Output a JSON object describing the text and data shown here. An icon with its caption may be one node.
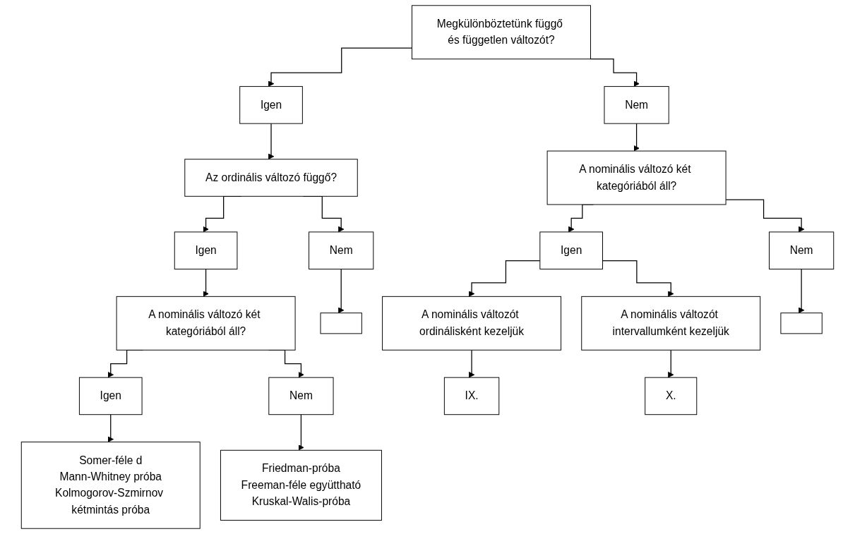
{
  "diagram": {
    "nodes": [
      {
        "text": [
          "Megkülönböztetünk függő és független változót?"
        ]
      },
      {
        "text": [
          "Igen"
        ]
      },
      {
        "text": [
          "Az ordinális változó függő?"
        ]
      },
      {
        "text": [
          "Igen"
        ]
      },
      {
        "text": [
          "A nominális változó két kategóriából áll?"
        ]
      },
      {
        "text": [
          "Igen"
        ]
      },
      {
        "text": [
          "Somer-féle d",
          "Mann-Whitney próba",
          "Kolmogorov-Szmirnov kétmintás próba"
        ]
      },
      {
        "text": [
          "Nem"
        ]
      },
      {
        "text": [
          "Friedman-próba",
          "Freeman-féle együttható",
          "Kruskal-Walis-próba"
        ]
      },
      {
        "text": [
          "Nem"
        ]
      },
      {
        "text": [],
        "shape": "box"
      },
      {
        "text": [
          "Nem"
        ]
      },
      {
        "text": [
          "A nominális változó két kategóriából áll?"
        ]
      },
      {
        "text": [
          "Igen"
        ]
      },
      {
        "text": [
          "A nominális változót ordinálisként kezeljük"
        ]
      },
      {
        "text": [
          "IX."
        ]
      },
      {
        "text": [
          "A nominális változót intervallumként kezeljük"
        ]
      },
      {
        "text": [
          "X."
        ]
      },
      {
        "text": [
          "Nem"
        ]
      },
      {
        "text": [],
        "shape": "box"
      }
    ],
    "edges": [
      {
        "from": 0,
        "to": 1,
        "arrow": "to"
      },
      {
        "from": 0,
        "to": 11,
        "arrow": "to"
      },
      {
        "from": 1,
        "to": 2,
        "arrow": "to"
      },
      {
        "from": 2,
        "to": 3,
        "arrow": "to"
      },
      {
        "from": 2,
        "to": 9,
        "arrow": "to"
      },
      {
        "from": 3,
        "to": 4,
        "arrow": "to"
      },
      {
        "from": 4,
        "to": 5,
        "arrow": "to"
      },
      {
        "from": 4,
        "to": 7,
        "arrow": "to"
      },
      {
        "from": 5,
        "to": 6,
        "arrow": "to"
      },
      {
        "from": 7,
        "to": 8,
        "arrow": "to"
      },
      {
        "from": 9,
        "to": 10,
        "arrow": "to"
      },
      {
        "from": 11,
        "to": 12,
        "arrow": "to"
      },
      {
        "from": 12,
        "to": 13,
        "arrow": "to"
      },
      {
        "from": 12,
        "to": 18,
        "arrow": "to"
      },
      {
        "from": 13,
        "to": 14,
        "arrow": "to"
      },
      {
        "from": 13,
        "to": 16,
        "arrow": "to"
      },
      {
        "from": 14,
        "to": 15,
        "arrow": "to"
      },
      {
        "from": 16,
        "to": 17,
        "arrow": "to"
      },
      {
        "from": 18,
        "to": 19,
        "arrow": "to"
      }
    ]
  }
}
